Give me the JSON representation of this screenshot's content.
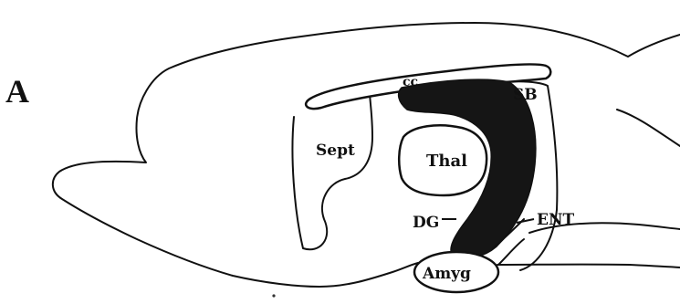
{
  "figure": {
    "panel_label": "A",
    "labels": {
      "cc": "cc",
      "sb": "SB",
      "sept": "Sept",
      "thal": "Thal",
      "dg": "DG",
      "ent": "ENT",
      "amyg": "Amyg"
    }
  }
}
